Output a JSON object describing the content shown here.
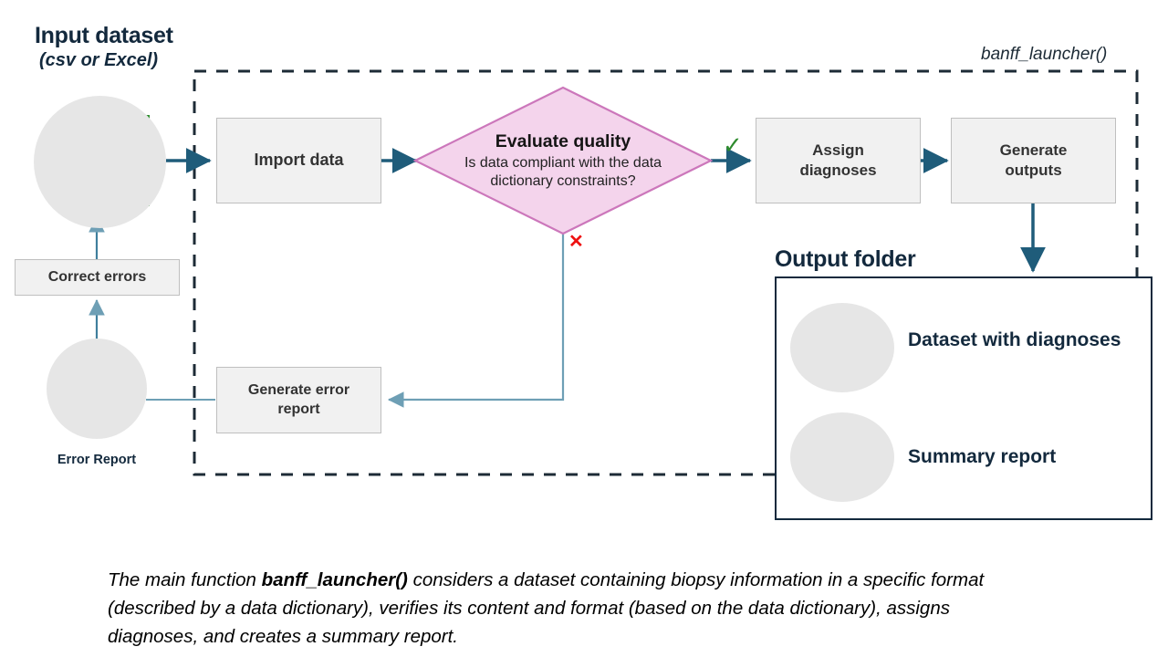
{
  "diagram": {
    "title": "banff_launcher workflow",
    "colors": {
      "arrow_dark": "#1f5c7a",
      "arrow_light": "#6e9fb5",
      "navy": "#13293d",
      "green": "#2e8b2e",
      "red": "#ee1111",
      "diamond_fill": "#f4d4ec",
      "diamond_stroke": "#cc77bb",
      "box_fill": "#f1f1f1",
      "box_stroke": "#bfbfbf",
      "circle_fill": "#e6e6e6"
    },
    "input": {
      "title": "Input dataset",
      "subtitle": "(csv or Excel)",
      "icon": "spreadsheet-table-icon"
    },
    "container_label": "banff_launcher()",
    "steps": {
      "import": "Import data",
      "assign": "Assign\ndiagnoses",
      "assign_line1": "Assign",
      "assign_line2": "diagnoses",
      "generate_outputs_line1": "Generate",
      "generate_outputs_line2": "outputs",
      "generate_error_line1": "Generate error",
      "generate_error_line2": "report",
      "correct_errors": "Correct errors"
    },
    "decision": {
      "title": "Evaluate quality",
      "question": "Is data compliant with the data dictionary constraints?",
      "yes_mark": "✓",
      "no_mark": "✕"
    },
    "error_report": {
      "label": "Error Report",
      "icon": "clipboard-checklist-icon"
    },
    "output_folder": {
      "title": "Output folder",
      "items": [
        {
          "label": "Dataset with diagnoses",
          "icon": "dataset-table-icon"
        },
        {
          "label": "Summary report",
          "icon": "report-chart-icon"
        }
      ]
    },
    "caption": {
      "part1": "The main function ",
      "bold": "banff_launcher()",
      "part2": " considers a dataset containing biopsy information in a specific format (described by a data dictionary), verifies its content and format (based on the data dictionary), assigns diagnoses, and creates a summary report."
    }
  }
}
